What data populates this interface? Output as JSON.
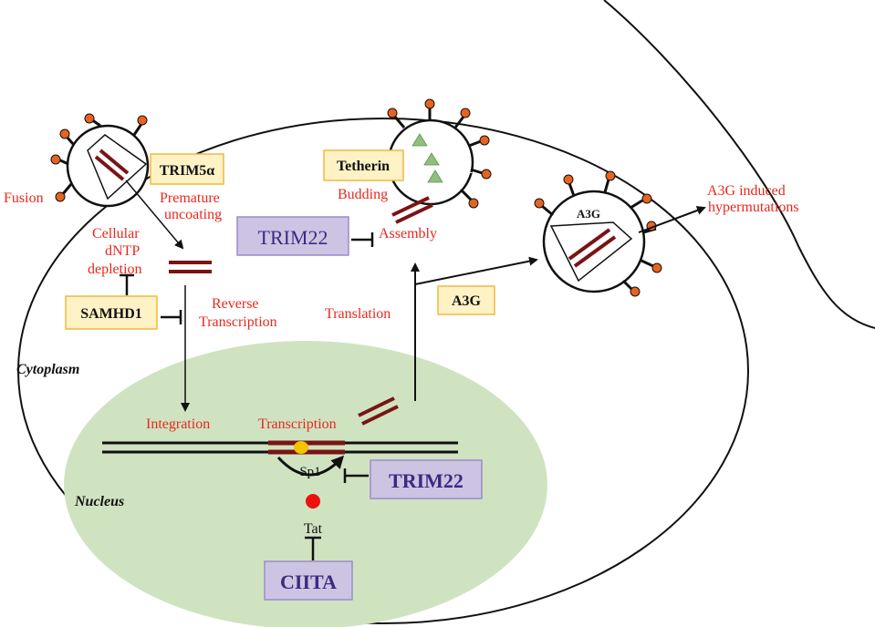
{
  "labels": {
    "fusion": "Fusion",
    "premature": "Premature",
    "uncoating": "uncoating",
    "cellular": "Cellular",
    "dntp": "dNTP",
    "depletion": "depletion",
    "reverse": "Reverse",
    "transcription_rt": "Transcription",
    "cytoplasm": "Cytoplasm",
    "integration": "Integration",
    "transcription": "Transcription",
    "nucleus": "Nucleus",
    "sp1": "Sp1",
    "tat": "Tat",
    "translation": "Translation",
    "budding": "Budding",
    "assembly": "Assembly",
    "a3g_virion": "A3G",
    "a3g_hyper_1": "A3G induced",
    "a3g_hyper_2": "hypermutations"
  },
  "boxes": {
    "trim5a": "TRIM5α",
    "samhd1": "SAMHD1",
    "tetherin": "Tetherin",
    "trim22_top": "TRIM22",
    "a3g": "A3G",
    "trim22_bottom": "TRIM22",
    "ciita": "CIITA"
  },
  "colors": {
    "label_red": "#e8281e",
    "yellow_box_fill": "#fff2c4",
    "yellow_box_border": "#f0b841",
    "purple_box_fill": "#cdc4e4",
    "purple_box_border": "#9c8cc8",
    "purple_text": "#3c2a80",
    "nucleus_fill": "#cfe3c1",
    "rna_strand": "#7a1414",
    "spike_head": "#e8641e",
    "tetherin_triangle": "#8fbf7f"
  }
}
